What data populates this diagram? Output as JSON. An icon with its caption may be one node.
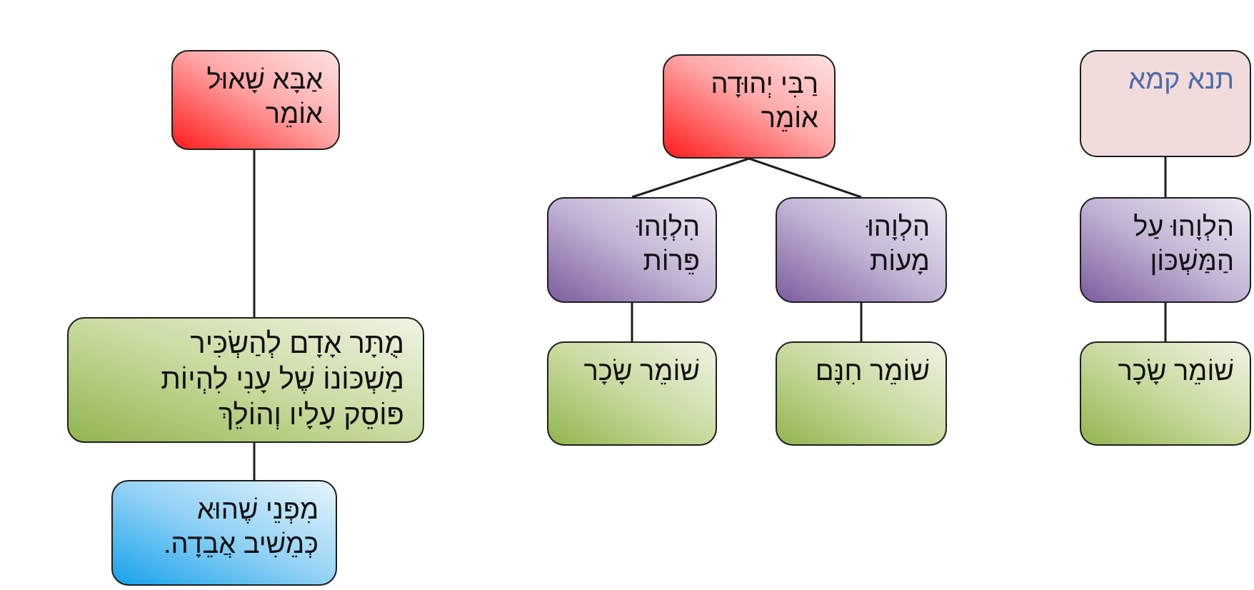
{
  "diagram": {
    "nodes": [
      {
        "text": [
          "תנא קמא"
        ]
      },
      {
        "text": [
          "הִלְוָהוּ עַל הַמַּשְׁכּוֹן"
        ]
      },
      {
        "text": [
          "שׁוֹמֵר שָׂכָר"
        ]
      },
      {
        "text": [
          "רַבִּי יְהוּדָה אוֹמֵר"
        ]
      },
      {
        "text": [
          "הִלְוָהוּ מָעוֹת"
        ]
      },
      {
        "text": [
          "הִלְוָהוּ פֵּרוֹת"
        ]
      },
      {
        "text": [
          "שׁוֹמֵר חִנָּם"
        ]
      },
      {
        "text": [
          "שׁוֹמֵר שָׂכָר"
        ]
      },
      {
        "text": [
          "אַבָּא שָׁאוּל אוֹמֵר"
        ]
      },
      {
        "text": [
          "מֻתָּר אָדָם לְהַשְׂכִּיר מַשְׁכּוֹנוֹ שֶׁל עָנִי לִהְיוֹת פּוֹסֵק עָלָיו וְהוֹלֵךְ"
        ]
      },
      {
        "text": [
          "מִפְּנֵי שֶׁהוּא כְּמֵשִׁיב אֲבֵדָה."
        ]
      }
    ],
    "edges": [
      {
        "from": 0,
        "to": 1,
        "arrow": "none"
      },
      {
        "from": 1,
        "to": 2,
        "arrow": "none"
      },
      {
        "from": 3,
        "to": 4,
        "arrow": "none"
      },
      {
        "from": 3,
        "to": 5,
        "arrow": "none"
      },
      {
        "from": 4,
        "to": 6,
        "arrow": "none"
      },
      {
        "from": 5,
        "to": 7,
        "arrow": "none"
      },
      {
        "from": 8,
        "to": 9,
        "arrow": "none"
      },
      {
        "from": 9,
        "to": 10,
        "arrow": "none"
      }
    ]
  }
}
